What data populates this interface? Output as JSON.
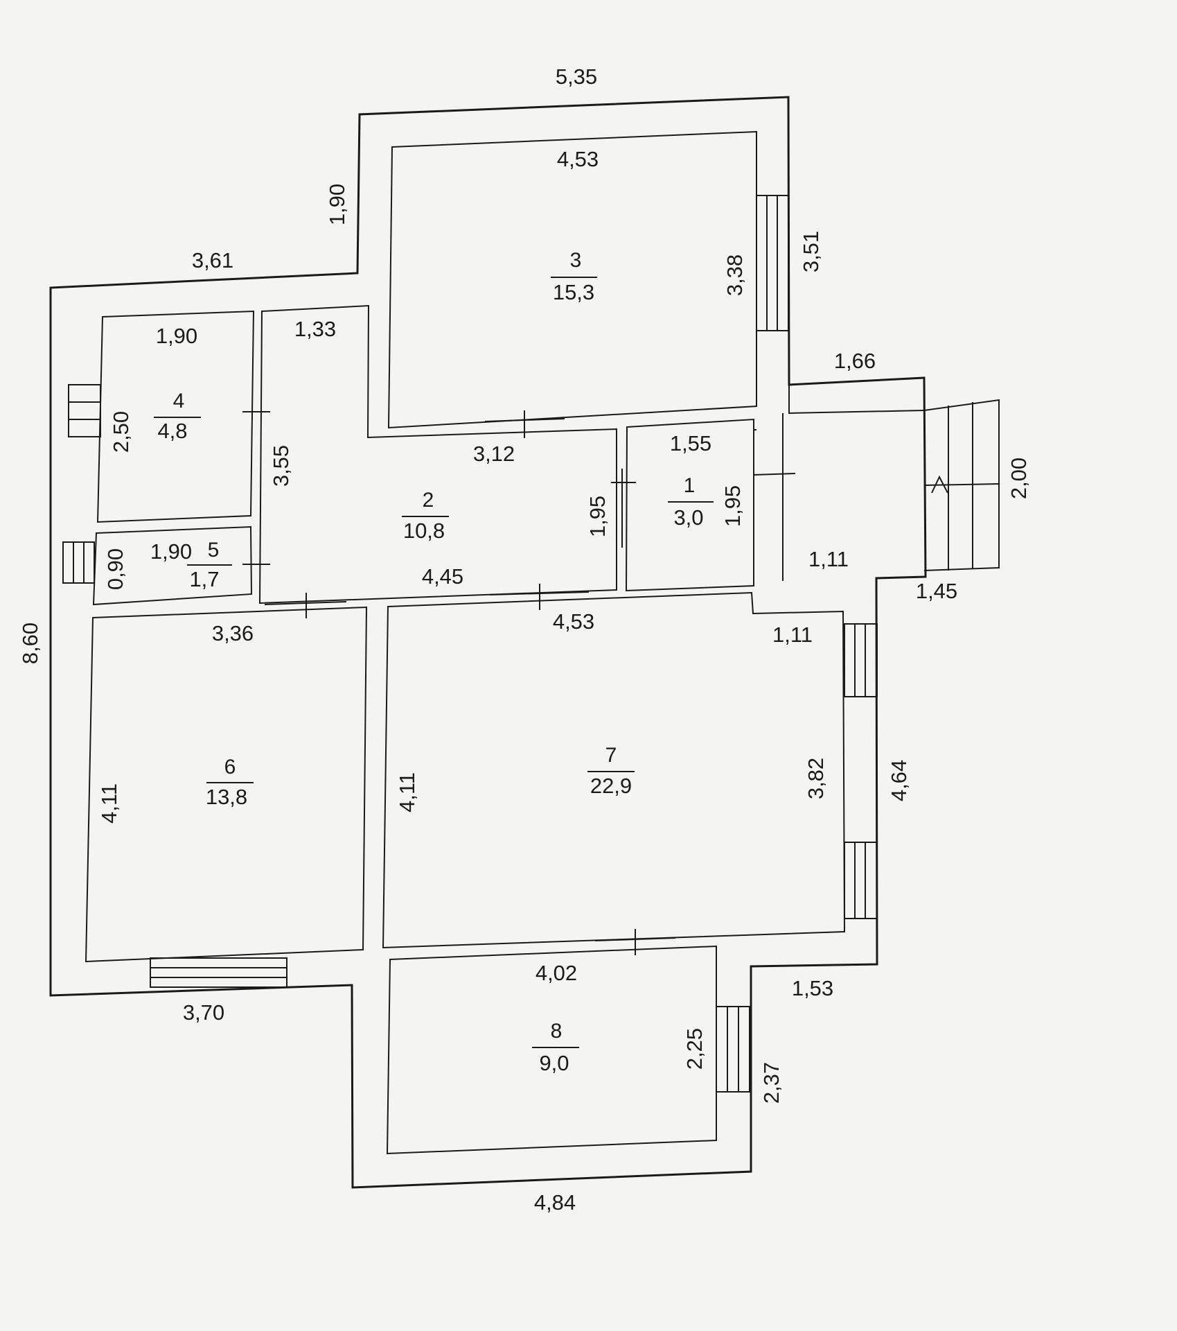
{
  "rooms": {
    "r1": {
      "num": "1",
      "area": "3,0"
    },
    "r2": {
      "num": "2",
      "area": "10,8"
    },
    "r3": {
      "num": "3",
      "area": "15,3"
    },
    "r4": {
      "num": "4",
      "area": "4,8"
    },
    "r5": {
      "num": "5",
      "area": "1,7"
    },
    "r6": {
      "num": "6",
      "area": "13,8"
    },
    "r7": {
      "num": "7",
      "area": "22,9"
    },
    "r8": {
      "num": "8",
      "area": "9,0"
    }
  },
  "dims": {
    "top_535": "5,35",
    "r3_453": "4,53",
    "left_190": "1,90",
    "right_351": "3,51",
    "r3_338": "3,38",
    "top_361": "3,61",
    "r4_190": "1,90",
    "r2_133": "1,33",
    "r1_166": "1,66",
    "r4_250": "2,50",
    "r2_355": "3,55",
    "r2_312": "3,12",
    "r1_155": "1,55",
    "r2_195": "1,95",
    "r1_195": "1,95",
    "porch_200": "2,00",
    "r5_090": "0,90",
    "r5_190": "1,90",
    "porch_111": "1,11",
    "r2_445": "4,45",
    "porch_145": "1,45",
    "left_860": "8,60",
    "r6_336": "3,36",
    "r7_453": "4,53",
    "r7_111": "1,11",
    "r6_411": "4,11",
    "r7_411": "4,11",
    "r7_382": "3,82",
    "right_464": "4,64",
    "r8_402": "4,02",
    "right_153": "1,53",
    "bottom_370": "3,70",
    "r8_225": "2,25",
    "right_237": "2,37",
    "bottom_484": "4,84"
  }
}
